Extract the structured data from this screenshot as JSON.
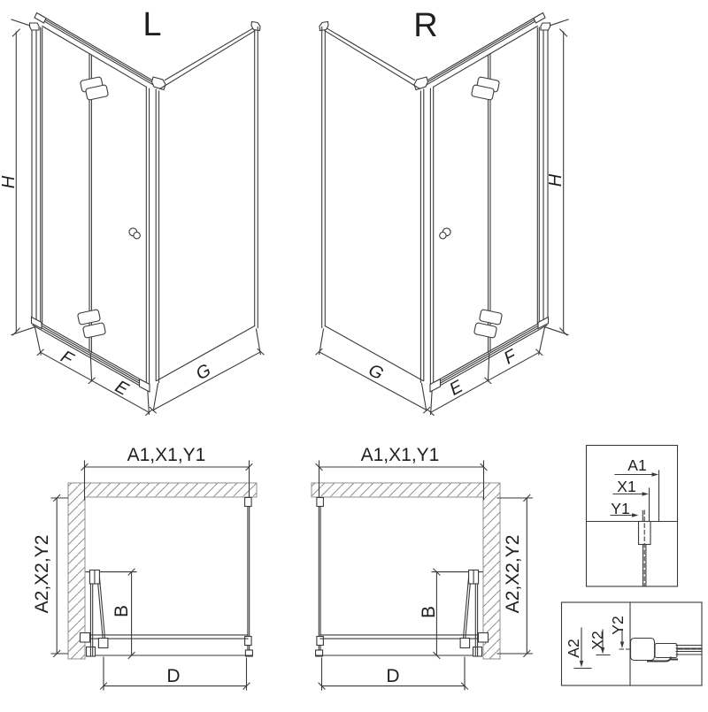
{
  "colors": {
    "line": "#3a3a3a",
    "wall_hatch": "#8f8f8f",
    "text": "#1f1f1f"
  },
  "views": {
    "perspective_left": {
      "title": "L",
      "dim_height": "H",
      "dim_fixed": "F",
      "dim_entry": "E",
      "dim_side": "G"
    },
    "perspective_right": {
      "title": "R",
      "dim_height": "H",
      "dim_fixed": "F",
      "dim_entry": "E",
      "dim_side": "G"
    },
    "plan_left": {
      "dim_top": "A1,X1,Y1",
      "dim_side": "A2,X2,Y2",
      "dim_door": "B",
      "dim_width": "D"
    },
    "plan_right": {
      "dim_top": "A1,X1,Y1",
      "dim_side": "A2,X2,Y2",
      "dim_door": "B",
      "dim_width": "D"
    },
    "detail_top": {
      "dim1": "A1",
      "dim2": "X1",
      "dim3": "Y1"
    },
    "detail_bottom": {
      "dim1": "A2",
      "dim2": "X2",
      "dim3": "Y2"
    }
  }
}
